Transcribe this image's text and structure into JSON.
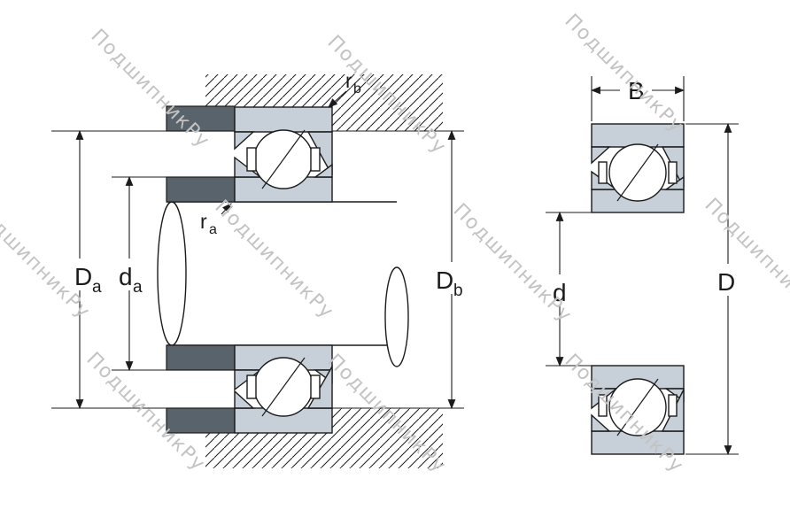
{
  "watermark": {
    "text": "ПодшипникРу"
  },
  "colors": {
    "ring_fill": "#c7d0d8",
    "spacer_fill": "#59636b",
    "line": "#1b1b1b",
    "watermark": "#c3c3c3",
    "background": "#ffffff"
  },
  "dimensions": {
    "Da": {
      "main": "D",
      "sub": "a"
    },
    "da": {
      "main": "d",
      "sub": "a"
    },
    "Db": {
      "main": "D",
      "sub": "b"
    },
    "B": {
      "main": "B",
      "sub": ""
    },
    "d": {
      "main": "d",
      "sub": ""
    },
    "D": {
      "main": "D",
      "sub": ""
    },
    "ra": {
      "main": "r",
      "sub": "a"
    },
    "rb": {
      "main": "r",
      "sub": "b"
    }
  }
}
